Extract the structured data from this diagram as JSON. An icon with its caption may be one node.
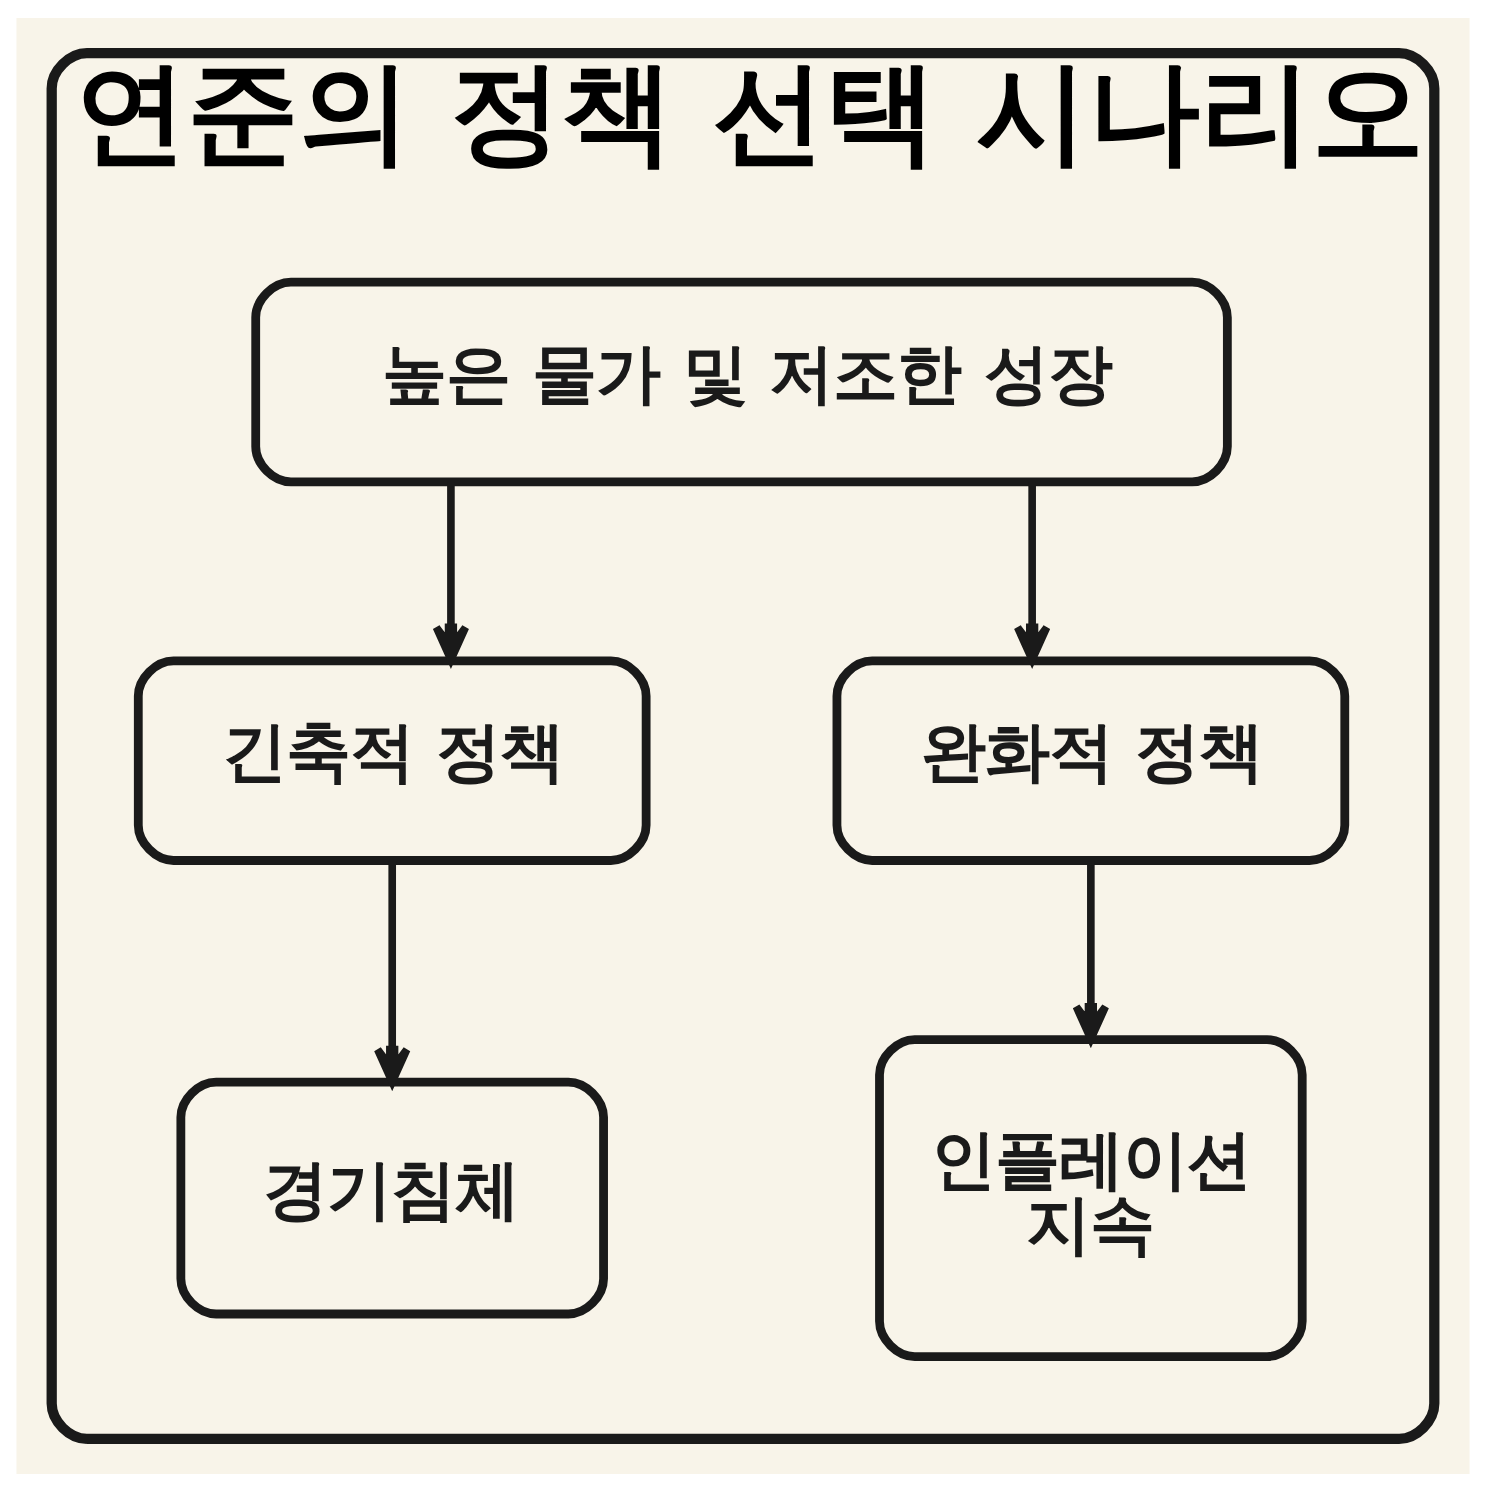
{
  "diagram": {
    "nodes": [
      {
        "text": [
          "연준의 정책 선택 시나리오"
        ]
      },
      {
        "text": [
          "높은 물가 및 저조한 성장"
        ],
        "in": 0
      },
      {
        "text": [
          "긴축적 정책"
        ],
        "in": 0
      },
      {
        "text": [
          "완화적 정책"
        ],
        "in": 0
      },
      {
        "text": [
          "경기침체"
        ],
        "in": 0
      },
      {
        "text": [
          "인플레이션 지속"
        ],
        "in": 0
      }
    ],
    "edges": [
      {
        "from": 1,
        "to": 2,
        "arrow": "to"
      },
      {
        "from": 1,
        "to": 3,
        "arrow": "to"
      },
      {
        "from": 2,
        "to": 4,
        "arrow": "to"
      },
      {
        "from": 3,
        "to": 5,
        "arrow": "to"
      }
    ]
  }
}
